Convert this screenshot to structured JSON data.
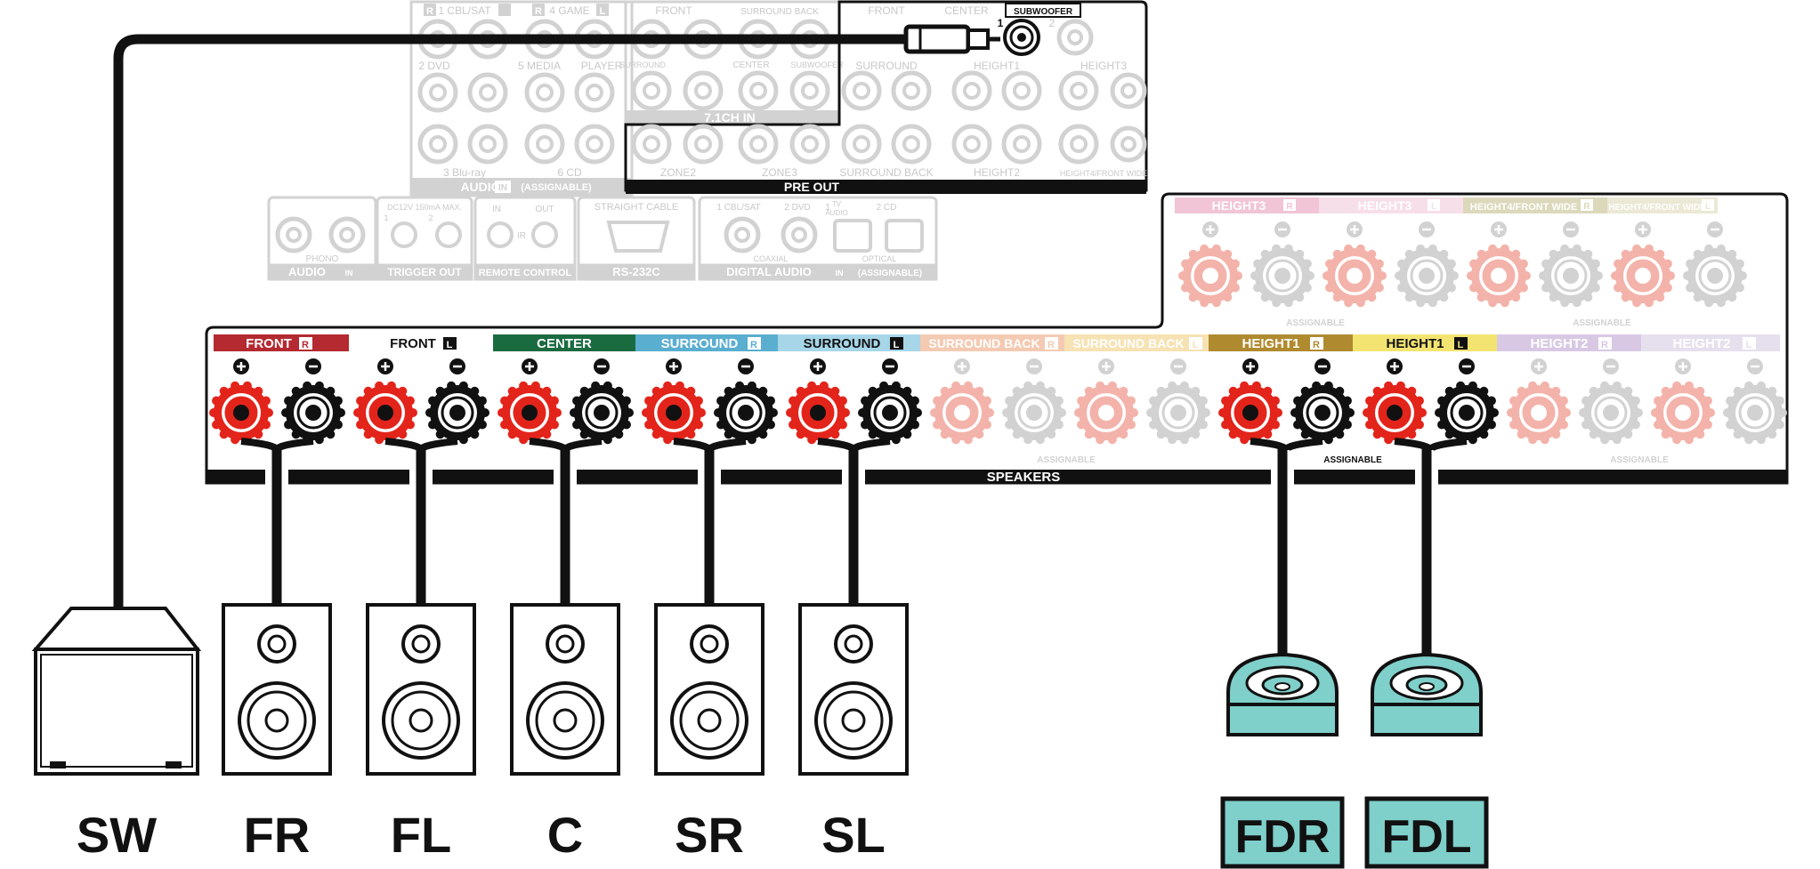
{
  "colors": {
    "red": "#e3241b",
    "black": "#111111",
    "faded": "#d2d2d2",
    "faded_red": "#f3b3aa",
    "teal": "#7fcfca",
    "front_r": "#b42a30",
    "center": "#1b6b40",
    "surround_r": "#5aaed0",
    "surround_l": "#a6d6e8",
    "surround_back_r": "#f4cab2",
    "surround_back_l": "#f6e2b3",
    "height1_r": "#b08a2e",
    "height1_l": "#f3e471",
    "height2_r": "#d8c8e4",
    "height2_l": "#e6e0ee",
    "height3_r": "#f1c4d6",
    "height3_l": "#f7dfea",
    "height4_r": "#dcd8bb",
    "height4_l": "#ebe8d5"
  },
  "top_panel": {
    "audio_in": {
      "rows": [
        [
          "1 CBL/SAT",
          "4 GAME"
        ],
        [
          "2 DVD",
          "5 MEDIA",
          "PLAYER"
        ],
        [
          "3 Blu-ray",
          "6 CD"
        ]
      ],
      "footer": "AUDIO",
      "footer_in": "IN",
      "footer_note": "(ASSIGNABLE)",
      "r_mark": "R",
      "l_mark": "L"
    },
    "seven_one_in": {
      "top_labels": [
        "FRONT",
        "SURROUND BACK"
      ],
      "bottom_labels": [
        "SURROUND",
        "CENTER",
        "SUBWOOFER"
      ],
      "footer": "7.1CH IN"
    },
    "pre_out": {
      "top_labels": [
        "FRONT",
        "CENTER",
        "SUBWOOFER"
      ],
      "sub_numbers": [
        "1",
        "2"
      ],
      "mid_labels": [
        "SURROUND",
        "HEIGHT1",
        "HEIGHT3"
      ],
      "bottom_labels": [
        "ZONE2",
        "ZONE3",
        "SURROUND BACK",
        "HEIGHT2",
        "HEIGHT4/FRONT WIDE"
      ],
      "footer": "PRE OUT"
    },
    "lower_row": {
      "phono": "PHONO",
      "audio": "AUDIO",
      "audio_in": "IN",
      "trigger_note": "DC12V 150mA MAX.",
      "trigger_numbers": [
        "1",
        "2"
      ],
      "trigger": "TRIGGER OUT",
      "remote_in": "IN",
      "remote_out": "OUT",
      "remote_ir": "IR",
      "remote": "REMOTE CONTROL",
      "rs_note": "STRAIGHT CABLE",
      "rs": "RS-232C",
      "digital_labels": [
        "1 CBL/SAT",
        "2 DVD",
        "1",
        "TV",
        "AUDIO",
        "2 CD"
      ],
      "coaxial": "COAXIAL",
      "optical": "OPTICAL",
      "digital": "DIGITAL AUDIO",
      "digital_in": "IN",
      "digital_note": "(ASSIGNABLE)"
    }
  },
  "speaker_panel": {
    "footer": "SPEAKERS",
    "assignable": "ASSIGNABLE",
    "terminals": [
      {
        "name": "FRONT",
        "side": "R"
      },
      {
        "name": "FRONT",
        "side": "L"
      },
      {
        "name": "CENTER",
        "side": ""
      },
      {
        "name": "SURROUND",
        "side": "R"
      },
      {
        "name": "SURROUND",
        "side": "L"
      },
      {
        "name": "SURROUND BACK",
        "side": "R"
      },
      {
        "name": "SURROUND BACK",
        "side": "L"
      },
      {
        "name": "HEIGHT1",
        "side": "R"
      },
      {
        "name": "HEIGHT1",
        "side": "L"
      },
      {
        "name": "HEIGHT2",
        "side": "R"
      },
      {
        "name": "HEIGHT2",
        "side": "L"
      }
    ],
    "upper_terminals": [
      {
        "name": "HEIGHT3",
        "side": "R"
      },
      {
        "name": "HEIGHT3",
        "side": "L"
      },
      {
        "name": "HEIGHT4/FRONT WIDE",
        "side": "R"
      },
      {
        "name": "HEIGHT4/FRONT WIDE",
        "side": "L"
      }
    ]
  },
  "speakers": [
    "SW",
    "FR",
    "FL",
    "C",
    "SR",
    "SL",
    "FDR",
    "FDL"
  ]
}
